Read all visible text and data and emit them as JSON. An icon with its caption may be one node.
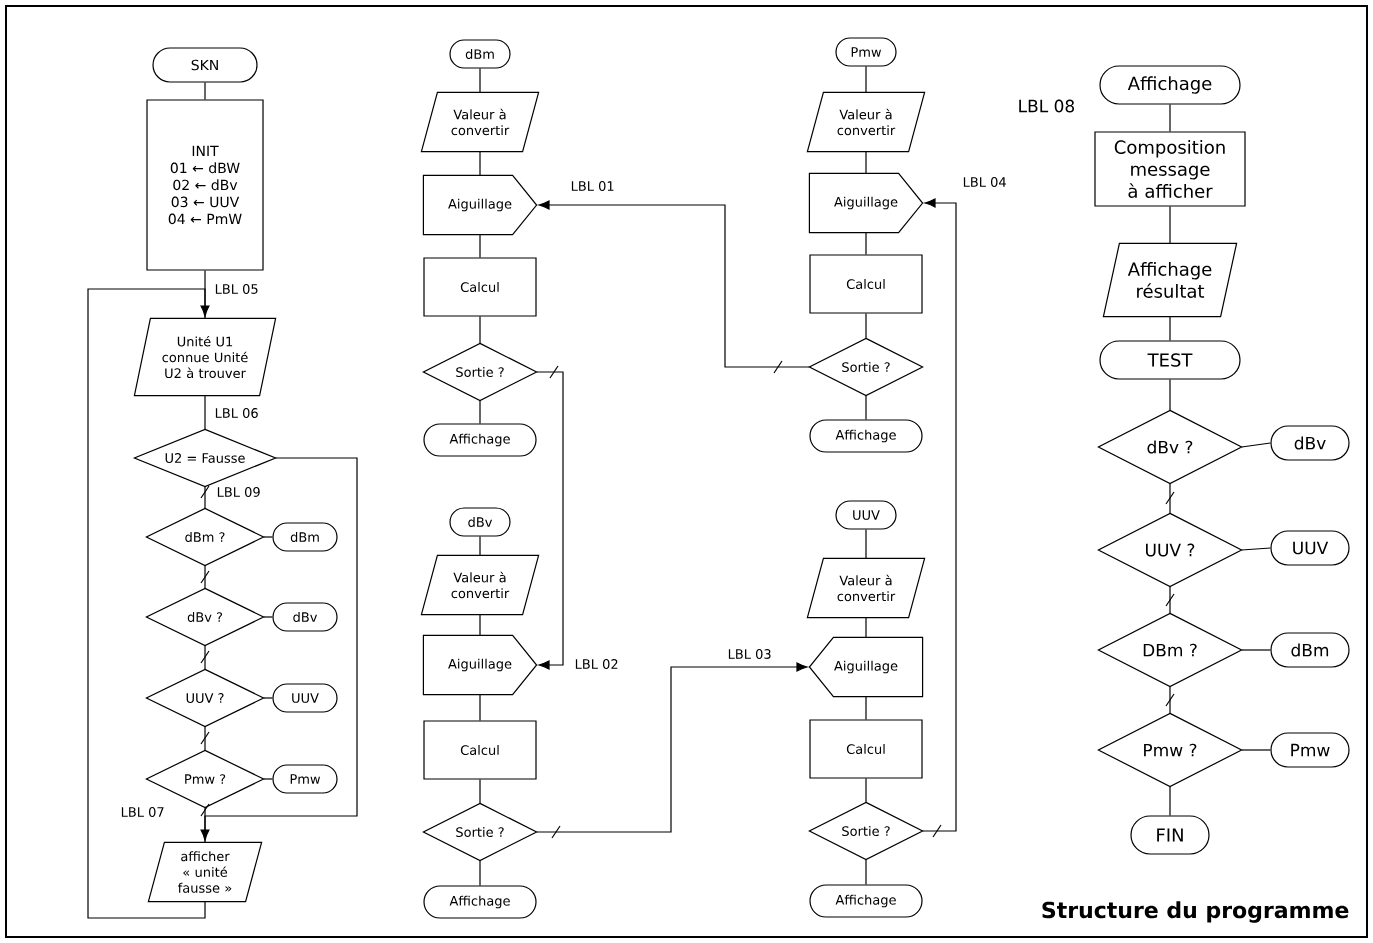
{
  "diagram": {
    "title": "Structure du programme",
    "nodes": [
      {
        "text": [
          "SKN"
        ]
      },
      {
        "text": [
          "INIT",
          "01 ← dBW",
          "02 ← dBv",
          "03 ← UUV",
          "04 ← PmW"
        ]
      },
      {
        "text": [
          "Unité U1 connue Unité U2 à trouver"
        ]
      },
      {
        "text": [
          "U2 = Fausse"
        ]
      },
      {
        "text": [
          "dBm ?"
        ]
      },
      {
        "text": [
          "dBm"
        ]
      },
      {
        "text": [
          "dBv ?"
        ]
      },
      {
        "text": [
          "dBv"
        ]
      },
      {
        "text": [
          "UUV ?"
        ]
      },
      {
        "text": [
          "UUV"
        ]
      },
      {
        "text": [
          "Pmw ?"
        ]
      },
      {
        "text": [
          "Pmw"
        ]
      },
      {
        "text": [
          "afficher « unité fausse »"
        ]
      },
      {
        "text": [
          "dBm"
        ]
      },
      {
        "text": [
          "Valeur à convertir"
        ]
      },
      {
        "text": [
          "Aiguillage"
        ]
      },
      {
        "text": [
          "Calcul"
        ]
      },
      {
        "text": [
          "Sortie ?"
        ]
      },
      {
        "text": [
          "Affichage"
        ]
      },
      {
        "text": [
          "dBv"
        ]
      },
      {
        "text": [
          "Valeur à convertir"
        ]
      },
      {
        "text": [
          "Aiguillage"
        ]
      },
      {
        "text": [
          "Calcul"
        ]
      },
      {
        "text": [
          "Sortie ?"
        ]
      },
      {
        "text": [
          "Affichage"
        ]
      },
      {
        "text": [
          "Pmw"
        ]
      },
      {
        "text": [
          "Valeur à convertir"
        ]
      },
      {
        "text": [
          "Aiguillage"
        ]
      },
      {
        "text": [
          "Calcul"
        ]
      },
      {
        "text": [
          "Sortie ?"
        ]
      },
      {
        "text": [
          "Affichage"
        ]
      },
      {
        "text": [
          "UUV"
        ]
      },
      {
        "text": [
          "Valeur à convertir"
        ]
      },
      {
        "text": [
          "Aiguillage"
        ]
      },
      {
        "text": [
          "Calcul"
        ]
      },
      {
        "text": [
          "Sortie ?"
        ]
      },
      {
        "text": [
          "Affichage"
        ]
      },
      {
        "text": [
          "Affichage"
        ]
      },
      {
        "text": [
          "Composition message à afficher"
        ]
      },
      {
        "text": [
          "Affichage résultat"
        ]
      },
      {
        "text": [
          "TEST"
        ]
      },
      {
        "text": [
          "dBv ?"
        ]
      },
      {
        "text": [
          "dBv"
        ]
      },
      {
        "text": [
          "UUV ?"
        ]
      },
      {
        "text": [
          "UUV"
        ]
      },
      {
        "text": [
          "DBm ?"
        ]
      },
      {
        "text": [
          "dBm"
        ]
      },
      {
        "text": [
          "Pmw ?"
        ]
      },
      {
        "text": [
          "Pmw"
        ]
      },
      {
        "text": [
          "FIN"
        ]
      }
    ],
    "edges": [
      {
        "from": 0,
        "to": 1,
        "arrow": "none"
      },
      {
        "from": 1,
        "to": 2,
        "arrow": "none"
      },
      {
        "from": 2,
        "to": 3,
        "arrow": "none"
      },
      {
        "from": 3,
        "to": 4,
        "arrow": "none"
      },
      {
        "from": 3,
        "to": 12,
        "arrow": "to"
      },
      {
        "from": 4,
        "to": 5,
        "arrow": "none"
      },
      {
        "from": 4,
        "to": 6,
        "arrow": "none"
      },
      {
        "from": 6,
        "to": 7,
        "arrow": "none"
      },
      {
        "from": 6,
        "to": 8,
        "arrow": "none"
      },
      {
        "from": 8,
        "to": 9,
        "arrow": "none"
      },
      {
        "from": 8,
        "to": 10,
        "arrow": "none"
      },
      {
        "from": 10,
        "to": 11,
        "arrow": "none"
      },
      {
        "from": 10,
        "to": 12,
        "arrow": "none"
      },
      {
        "from": 12,
        "to": 2,
        "arrow": "to"
      },
      {
        "from": 13,
        "to": 14,
        "arrow": "none"
      },
      {
        "from": 14,
        "to": 15,
        "arrow": "none"
      },
      {
        "from": 15,
        "to": 16,
        "arrow": "none"
      },
      {
        "from": 16,
        "to": 17,
        "arrow": "none"
      },
      {
        "from": 17,
        "to": 18,
        "arrow": "none"
      },
      {
        "from": 17,
        "to": 21,
        "arrow": "to"
      },
      {
        "from": 19,
        "to": 20,
        "arrow": "none"
      },
      {
        "from": 20,
        "to": 21,
        "arrow": "none"
      },
      {
        "from": 21,
        "to": 22,
        "arrow": "none"
      },
      {
        "from": 22,
        "to": 23,
        "arrow": "none"
      },
      {
        "from": 23,
        "to": 24,
        "arrow": "none"
      },
      {
        "from": 23,
        "to": 33,
        "arrow": "to"
      },
      {
        "from": 25,
        "to": 26,
        "arrow": "none"
      },
      {
        "from": 26,
        "to": 27,
        "arrow": "none"
      },
      {
        "from": 27,
        "to": 28,
        "arrow": "none"
      },
      {
        "from": 28,
        "to": 29,
        "arrow": "none"
      },
      {
        "from": 29,
        "to": 30,
        "arrow": "none"
      },
      {
        "from": 29,
        "to": 15,
        "arrow": "to"
      },
      {
        "from": 31,
        "to": 32,
        "arrow": "none"
      },
      {
        "from": 32,
        "to": 33,
        "arrow": "none"
      },
      {
        "from": 33,
        "to": 34,
        "arrow": "none"
      },
      {
        "from": 34,
        "to": 35,
        "arrow": "none"
      },
      {
        "from": 35,
        "to": 36,
        "arrow": "none"
      },
      {
        "from": 35,
        "to": 27,
        "arrow": "to"
      },
      {
        "from": 37,
        "to": 38,
        "arrow": "none"
      },
      {
        "from": 38,
        "to": 39,
        "arrow": "none"
      },
      {
        "from": 39,
        "to": 40,
        "arrow": "none"
      },
      {
        "from": 40,
        "to": 41,
        "arrow": "none"
      },
      {
        "from": 41,
        "to": 42,
        "arrow": "none"
      },
      {
        "from": 41,
        "to": 43,
        "arrow": "none"
      },
      {
        "from": 43,
        "to": 44,
        "arrow": "none"
      },
      {
        "from": 43,
        "to": 45,
        "arrow": "none"
      },
      {
        "from": 45,
        "to": 46,
        "arrow": "none"
      },
      {
        "from": 45,
        "to": 47,
        "arrow": "none"
      },
      {
        "from": 47,
        "to": 48,
        "arrow": "none"
      },
      {
        "from": 47,
        "to": 49,
        "arrow": "none"
      }
    ],
    "labels": [
      "LBL 05",
      "LBL 06",
      "LBL 09",
      "LBL 07",
      "LBL 01",
      "LBL 02",
      "LBL 03",
      "LBL 04",
      "LBL 08"
    ]
  }
}
